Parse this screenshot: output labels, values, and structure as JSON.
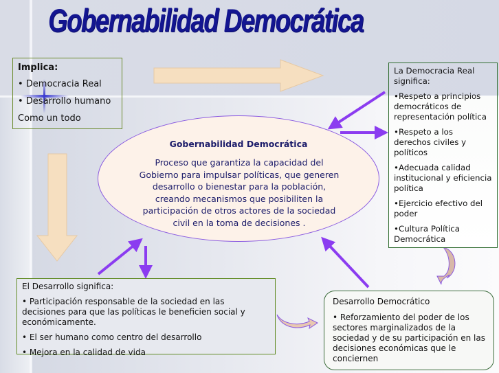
{
  "title": "Gobernabilidad Democrática",
  "implica": {
    "heading": "Implica:",
    "items": [
      "• Democracia Real",
      "• Desarrollo humano"
    ],
    "footer": "Como un todo"
  },
  "center": {
    "title": "Gobernabilidad Democrática",
    "body": "Proceso que garantiza la capacidad del Gobierno para impulsar políticas, que generen desarrollo o bienestar para la población, creando mecanismos que posibiliten la participación de otros actores de la sociedad civil en la toma de decisiones ."
  },
  "democracia_real": {
    "heading": "La Democracia Real significa:",
    "items": [
      "•Respeto a principios democráticos de representación política",
      "•Respeto a los derechos civiles y políticos",
      "•Adecuada calidad institucional y eficiencia política",
      "•Ejercicio efectivo del poder",
      "•Cultura Política Democrática"
    ]
  },
  "desarrollo": {
    "heading": "El Desarrollo significa:",
    "items": [
      "• Participación responsable de la sociedad en las decisiones para que las políticas le beneficien social y económicamente.",
      "• El ser humano como centro del desarrollo",
      "• Mejora en la calidad de vida"
    ]
  },
  "desarrollo_democratico": {
    "heading": "Desarrollo Democrático",
    "body": "• Reforzamiento del poder de los sectores marginalizados de la sociedad y de su participación en las decisiones económicas que le conciernen"
  },
  "colors": {
    "title": "#131590",
    "arrow_purple": "#8b3cf0",
    "block_arrow": "#f6dfc0",
    "ellipse_fill": "#fdf2e9",
    "ellipse_border": "#8a5ae0",
    "box_border": "#6a8a2a"
  }
}
